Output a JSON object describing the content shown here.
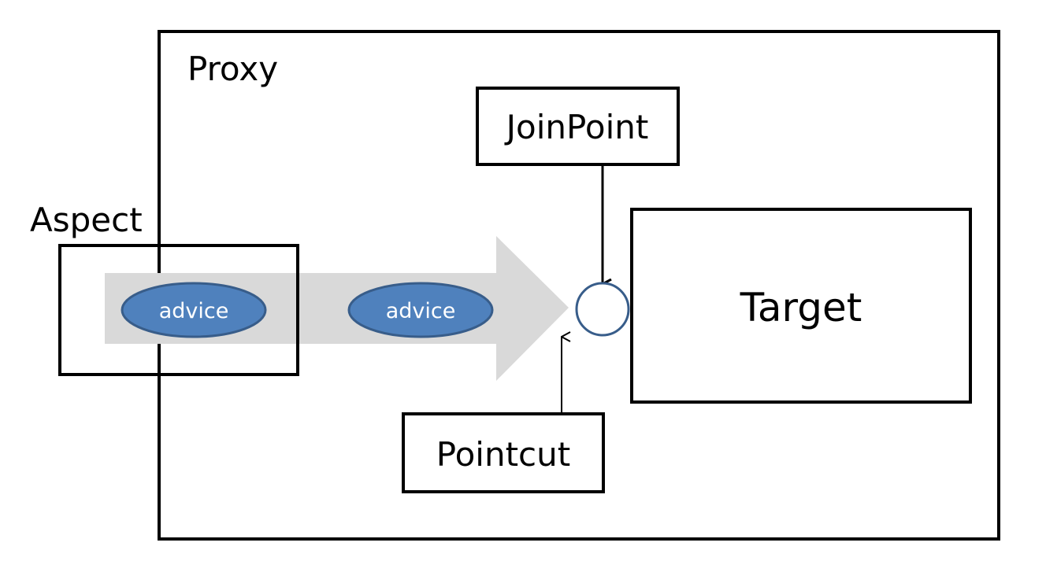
{
  "diagram": {
    "proxy_label": "Proxy",
    "aspect_label": "Aspect",
    "joinpoint_label": "JoinPoint",
    "target_label": "Target",
    "pointcut_label": "Pointcut",
    "advices": [
      "advice",
      "advice"
    ]
  },
  "colors": {
    "box_stroke": "#000000",
    "flow_arrow": "#d9d9d9",
    "advice_fill": "#4f81bd",
    "advice_stroke": "#385d8a",
    "joinpoint_circle_stroke": "#385d8a"
  }
}
